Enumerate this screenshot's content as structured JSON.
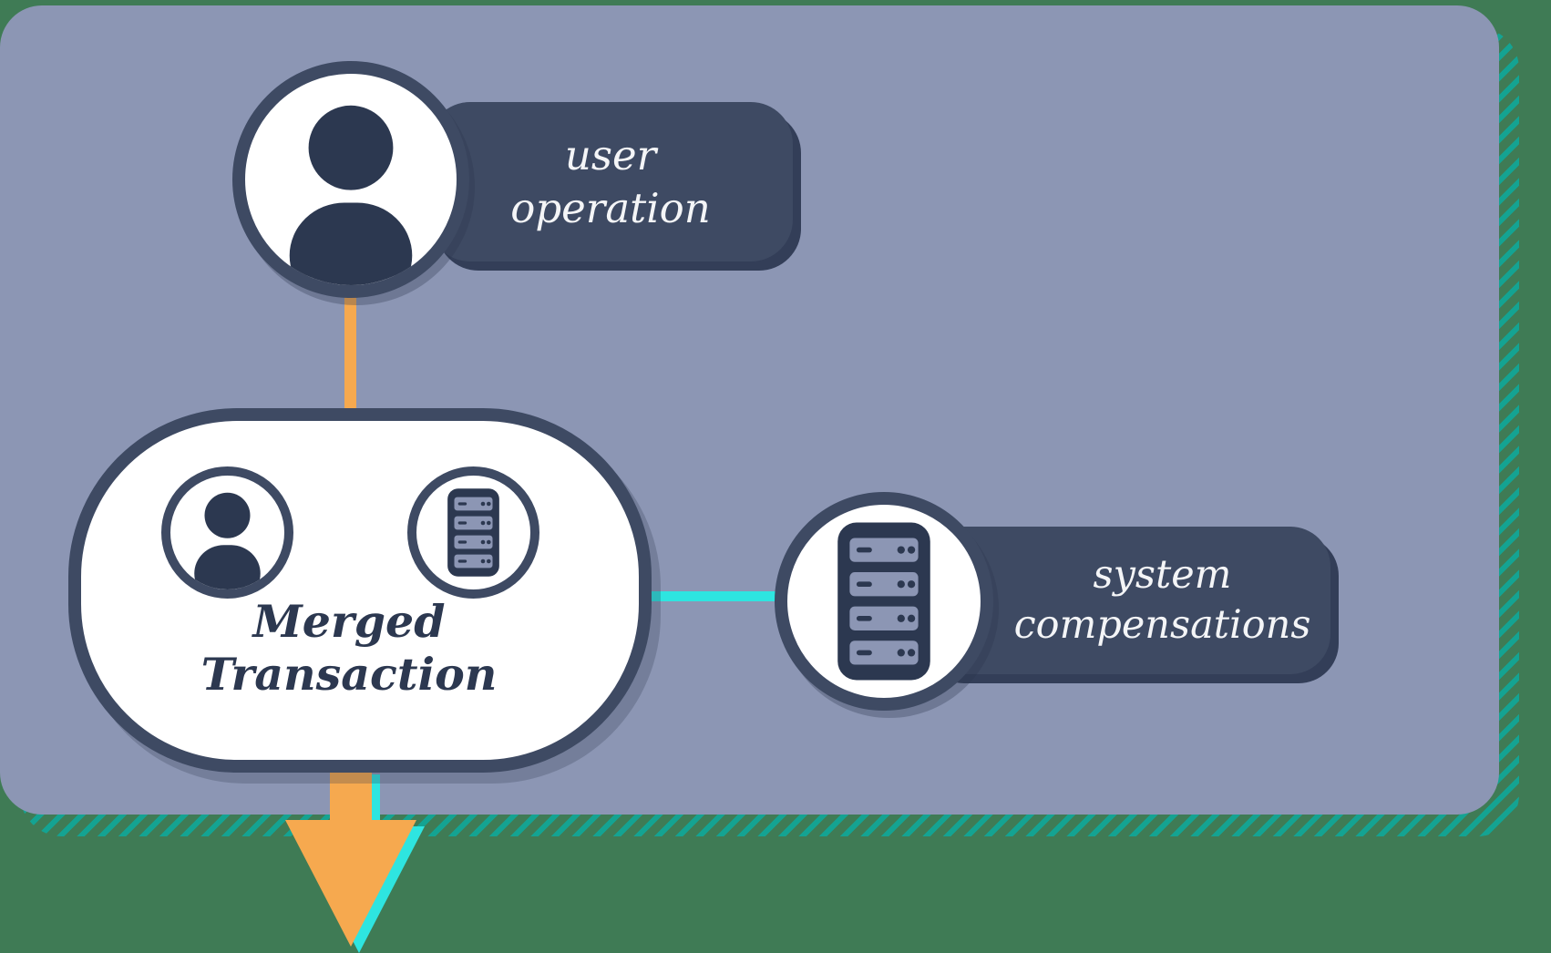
{
  "diagram": {
    "nodes": {
      "user_operation": {
        "label": "user\noperation",
        "icon": "user-icon"
      },
      "merged_transaction": {
        "label": "Merged\nTransaction",
        "icons": [
          "user-icon",
          "server-icon"
        ]
      },
      "system_compensations": {
        "label": "system\ncompensations",
        "icon": "server-icon"
      }
    },
    "connectors": [
      {
        "from": "user_operation",
        "to": "merged_transaction",
        "color": "#F6A94F",
        "style": "solid-line"
      },
      {
        "from": "merged_transaction",
        "to": "system_compensations",
        "color": "#2EE5E0",
        "style": "solid-line"
      },
      {
        "from": "merged_transaction",
        "to": "offscreen-bottom",
        "type": "arrow",
        "colors": [
          "#F6A94F",
          "#2EE5E0"
        ]
      }
    ],
    "colors": {
      "background_green": "#3F7B55",
      "panel_slate": "#8C96B4",
      "node_navy": "#3E4A63",
      "icon_navy": "#2C3850",
      "node_fill": "#FFFFFF",
      "accent_orange": "#F6A94F",
      "accent_cyan": "#2EE5E0",
      "hatch_teal": "#14A392"
    }
  }
}
